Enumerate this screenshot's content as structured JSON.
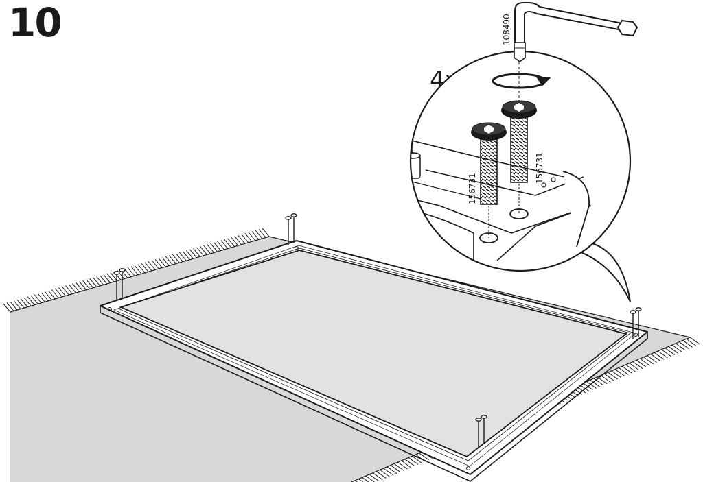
{
  "step": {
    "number": "10",
    "quantity": "4x"
  },
  "parts": {
    "allen_key": "108490",
    "screw_left": "156731",
    "screw_right": "156731"
  },
  "colors": {
    "ink": "#1a1a1a",
    "rug": "#d8d8d8",
    "frame_fill": "#ffffff",
    "panel": "#e2e2e2",
    "detail": "#bdbdbd"
  },
  "icons": [
    "allen-key-icon",
    "rotation-arrow-icon",
    "screw-icon",
    "magnifier-callout"
  ]
}
